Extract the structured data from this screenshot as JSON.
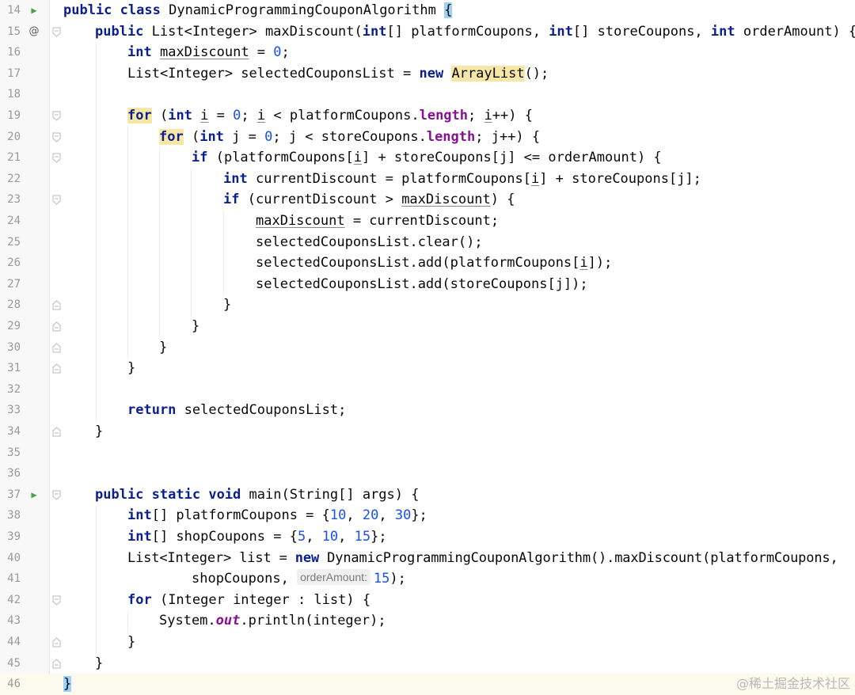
{
  "editor": {
    "watermark": "@稀土掘金技术社区",
    "colors": {
      "keyword": "#0b1f8f",
      "number": "#1750eb",
      "field": "#871094",
      "text": "#080808",
      "current_line": "#fcfaed",
      "run_icon": "#3fa64d"
    },
    "lines": [
      {
        "num": "14",
        "icon": "run"
      },
      {
        "num": "15",
        "icon": "at"
      },
      {
        "num": "16"
      },
      {
        "num": "17"
      },
      {
        "num": "18"
      },
      {
        "num": "19"
      },
      {
        "num": "20"
      },
      {
        "num": "21"
      },
      {
        "num": "22"
      },
      {
        "num": "23"
      },
      {
        "num": "24"
      },
      {
        "num": "25"
      },
      {
        "num": "26"
      },
      {
        "num": "27"
      },
      {
        "num": "28"
      },
      {
        "num": "29"
      },
      {
        "num": "30"
      },
      {
        "num": "31"
      },
      {
        "num": "32"
      },
      {
        "num": "33"
      },
      {
        "num": "34"
      },
      {
        "num": "35"
      },
      {
        "num": "36"
      },
      {
        "num": "37",
        "icon": "run"
      },
      {
        "num": "38"
      },
      {
        "num": "39"
      },
      {
        "num": "40"
      },
      {
        "num": "41"
      },
      {
        "num": "42"
      },
      {
        "num": "43"
      },
      {
        "num": "44"
      },
      {
        "num": "45"
      },
      {
        "num": "46"
      }
    ],
    "tokens": {
      "l14": [
        "public",
        "class",
        " DynamicProgrammingCouponAlgorithm ",
        "{"
      ],
      "l15": [
        "public",
        " List<Integer> maxDiscount(",
        "int",
        "[] platformCoupons, ",
        "int",
        "[] storeCoupons, ",
        "int",
        " orderAmount) {"
      ],
      "l16": [
        "int",
        " ",
        "maxDiscount",
        " = ",
        "0",
        ";"
      ],
      "l17": [
        "List<Integer> selectedCouponsList = ",
        "new",
        " ",
        "ArrayList",
        "();"
      ],
      "l19": [
        "for",
        " (",
        "int",
        " ",
        "i",
        " = ",
        "0",
        "; ",
        "i",
        " < platformCoupons.",
        "length",
        "; ",
        "i",
        "++) {"
      ],
      "l20": [
        "for",
        " (",
        "int",
        " j = ",
        "0",
        "; j < storeCoupons.",
        "length",
        "; j++) {"
      ],
      "l21": [
        "if",
        " (platformCoupons[",
        "i",
        "] + storeCoupons[j] <= orderAmount) {"
      ],
      "l22": [
        "int",
        " currentDiscount = platformCoupons[",
        "i",
        "] + storeCoupons[j];"
      ],
      "l23": [
        "if",
        " (currentDiscount > ",
        "maxDiscount",
        ") {"
      ],
      "l24": [
        "maxDiscount",
        " = currentDiscount;"
      ],
      "l25": [
        "selectedCouponsList.clear();"
      ],
      "l26": [
        "selectedCouponsList.add(platformCoupons[",
        "i",
        "]);"
      ],
      "l27": [
        "selectedCouponsList.add(storeCoupons[j]);"
      ],
      "l28": [
        "}"
      ],
      "l29": [
        "}"
      ],
      "l30": [
        "}"
      ],
      "l31": [
        "}"
      ],
      "l33": [
        "return",
        " selectedCouponsList;"
      ],
      "l34": [
        "}"
      ],
      "l37": [
        "public",
        " ",
        "static",
        " ",
        "void",
        " main(String[] args) {"
      ],
      "l38": [
        "int",
        "[] platformCoupons = {",
        "10",
        ", ",
        "20",
        ", ",
        "30",
        "};"
      ],
      "l39": [
        "int",
        "[] shopCoupons = {",
        "5",
        ", ",
        "10",
        ", ",
        "15",
        "};"
      ],
      "l40": [
        "List<Integer> list = ",
        "new",
        " DynamicProgrammingCouponAlgorithm().maxDiscount(platformCoupons,"
      ],
      "l41": [
        "shopCoupons, ",
        "orderAmount:",
        "15",
        ");"
      ],
      "l42": [
        "for",
        " (Integer integer : list) {"
      ],
      "l43": [
        "System.",
        "out",
        ".println(integer);"
      ],
      "l44": [
        "}"
      ],
      "l45": [
        "}"
      ],
      "l46": [
        "}"
      ]
    }
  }
}
